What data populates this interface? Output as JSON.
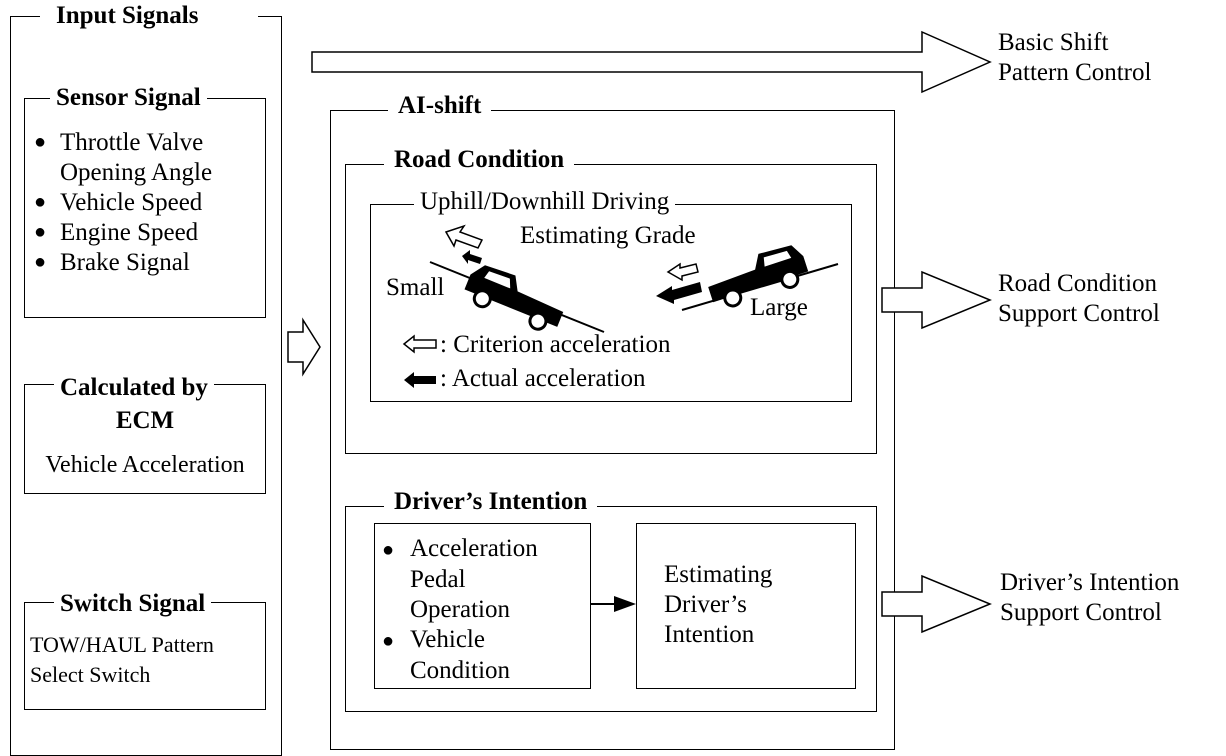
{
  "input_signals": {
    "title": "Input Signals",
    "sensor": {
      "title": "Sensor Signal",
      "items": [
        "Throttle Valve",
        "Opening Angle",
        "Vehicle Speed",
        "Engine Speed",
        "Brake Signal"
      ]
    },
    "ecm": {
      "title_line1": "Calculated by",
      "title_line2": "ECM",
      "value": "Vehicle Acceleration"
    },
    "switch": {
      "title": "Switch Signal",
      "line1": "TOW/HAUL Pattern",
      "line2": "Select Switch"
    }
  },
  "ai_shift": {
    "title": "AI-shift",
    "road": {
      "title": "Road Condition",
      "inner_title": "Uphill/Downhill Driving",
      "estimating": "Estimating Grade",
      "small": "Small",
      "large": "Large",
      "legend_criterion": ": Criterion acceleration",
      "legend_actual": ": Actual acceleration"
    },
    "driver": {
      "title": "Driver’s Intention",
      "items_line": [
        "Acceleration",
        "Pedal",
        "Operation",
        "Vehicle",
        "Condition"
      ],
      "estimate": [
        "Estimating",
        "Driver’s",
        "Intention"
      ]
    }
  },
  "outputs": {
    "basic": [
      "Basic Shift",
      "Pattern Control"
    ],
    "road": [
      "Road Condition",
      "Support Control"
    ],
    "driver": [
      "Driver’s Intention",
      "Support Control"
    ]
  }
}
